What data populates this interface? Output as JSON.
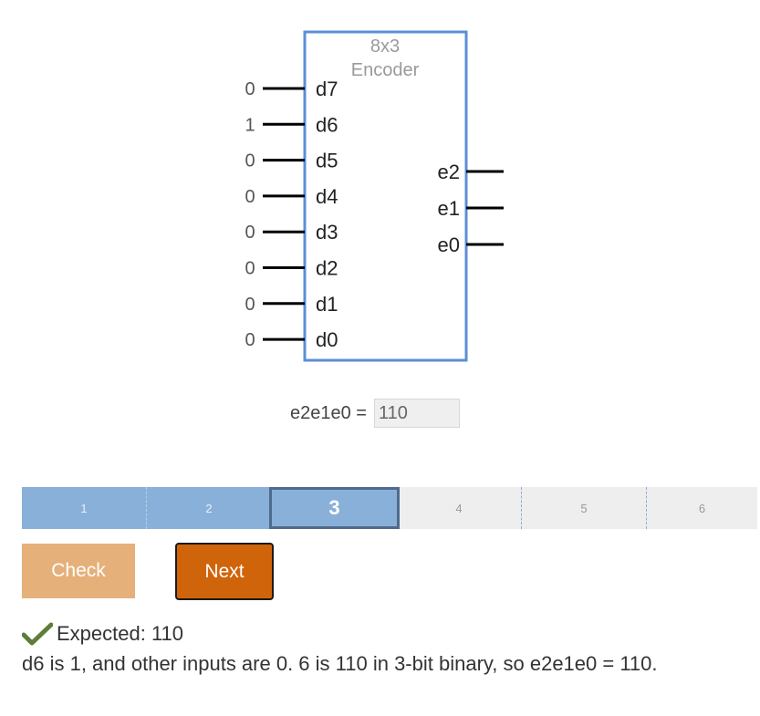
{
  "encoder": {
    "title_line1": "8x3",
    "title_line2": "Encoder",
    "inputs": [
      {
        "value": "0",
        "label": "d7"
      },
      {
        "value": "1",
        "label": "d6"
      },
      {
        "value": "0",
        "label": "d5"
      },
      {
        "value": "0",
        "label": "d4"
      },
      {
        "value": "0",
        "label": "d3"
      },
      {
        "value": "0",
        "label": "d2"
      },
      {
        "value": "0",
        "label": "d1"
      },
      {
        "value": "0",
        "label": "d0"
      }
    ],
    "outputs": [
      {
        "label": "e2"
      },
      {
        "label": "e1"
      },
      {
        "label": "e0"
      }
    ],
    "colors": {
      "box_border": "#5b8fd6",
      "title": "#9a9a9a",
      "wire": "#000000"
    }
  },
  "answer": {
    "label": "e2e1e0 =",
    "value": "110"
  },
  "progress": {
    "steps": [
      {
        "label": "1",
        "state": "done"
      },
      {
        "label": "2",
        "state": "done"
      },
      {
        "label": "3",
        "state": "current"
      },
      {
        "label": "4",
        "state": "todo"
      },
      {
        "label": "5",
        "state": "todo"
      },
      {
        "label": "6",
        "state": "todo"
      }
    ]
  },
  "buttons": {
    "check_label": "Check",
    "next_label": "Next"
  },
  "feedback": {
    "icon": "checkmark-icon",
    "expected": "Expected: 110",
    "explanation": "d6 is 1, and other inputs are 0. 6 is 110 in 3-bit binary, so e2e1e0 = 110.",
    "icon_color": "#5f7d3a"
  }
}
